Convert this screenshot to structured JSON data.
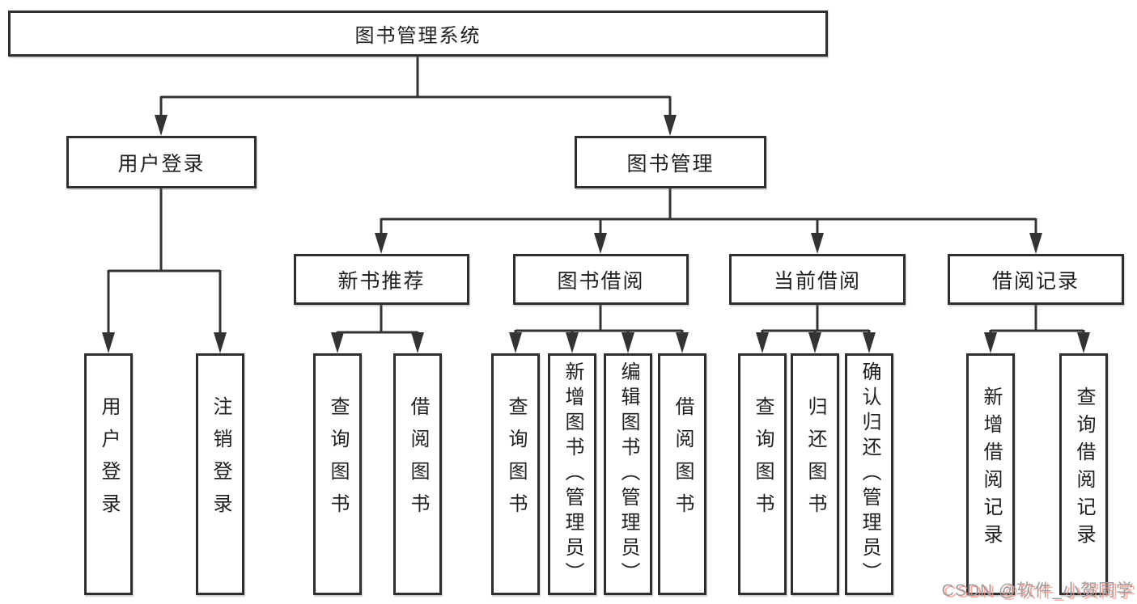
{
  "tree": {
    "root": "图书管理系统",
    "children": [
      {
        "label": "用户登录",
        "leaves": [
          "用户登录",
          "注销登录"
        ]
      },
      {
        "label": "图书管理",
        "children": [
          {
            "label": "新书推荐",
            "leaves": [
              "查询图书",
              "借阅图书"
            ]
          },
          {
            "label": "图书借阅",
            "leaves": [
              "查询图书",
              "新增图书（管理员）",
              "编辑图书（管理员）",
              "借阅图书"
            ]
          },
          {
            "label": "当前借阅",
            "leaves": [
              "查询图书",
              "归还图书",
              "确认归还（管理员）"
            ]
          },
          {
            "label": "借阅记录",
            "leaves": [
              "新增借阅记录",
              "查询借阅记录"
            ]
          }
        ]
      }
    ]
  },
  "watermark": "CSDN @软件_小贺同学",
  "colors": {
    "line": "#333333",
    "box_border": "#2f2f2f",
    "text": "#1f1f1f",
    "background": "#ffffff",
    "watermark_text": "#9d9d9d",
    "watermark_shadow": "#ff8c82"
  }
}
